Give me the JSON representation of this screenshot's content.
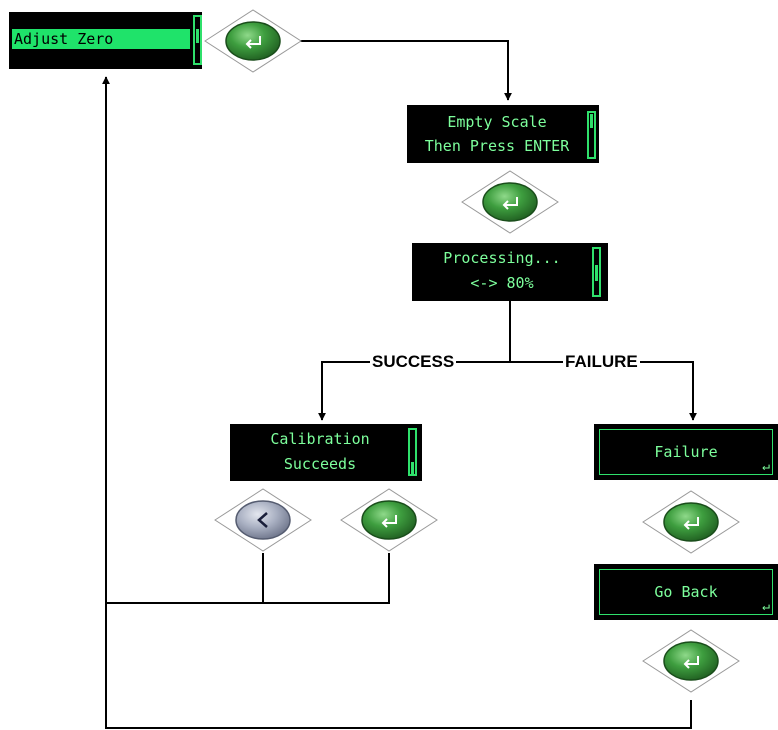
{
  "screens": {
    "adjust_zero": {
      "text": "Adjust Zero"
    },
    "empty_scale": {
      "line1": "Empty Scale",
      "line2": "Then Press ENTER"
    },
    "processing": {
      "line1": "Processing...",
      "line2": "<-> 80%"
    },
    "calibration": {
      "line1": "Calibration",
      "line2": "Succeeds"
    },
    "failure": {
      "text": "Failure"
    },
    "go_back": {
      "text": "Go Back"
    }
  },
  "branches": {
    "success": "SUCCESS",
    "failure": "FAILURE"
  },
  "icons": {
    "enter": "enter-key-icon",
    "back": "back-key-icon",
    "enter_symbol": "↵"
  },
  "colors": {
    "lcd_text": "#7dff9c",
    "lcd_bg": "#000000",
    "highlight": "#1fe36a",
    "enter_key": "#2f8a34",
    "back_key": "#9aa3b8"
  }
}
